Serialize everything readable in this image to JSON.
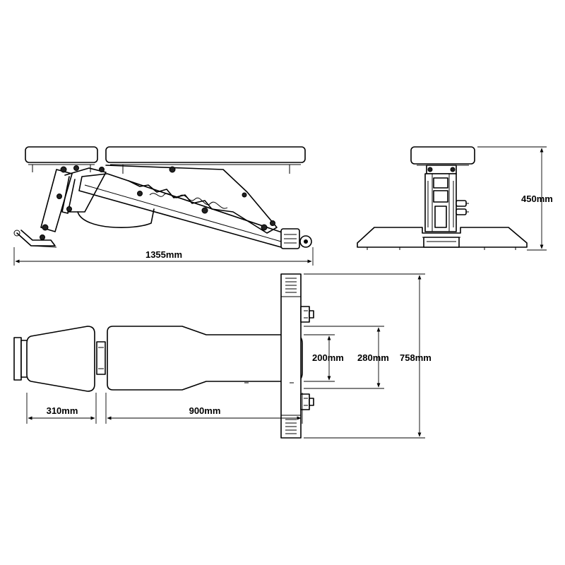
{
  "dimensions": {
    "side_length": "1355mm",
    "front_height": "450mm",
    "seat_length": "310mm",
    "back_length": "900mm",
    "narrow_width": "200mm",
    "mid_width": "280mm",
    "base_width": "758mm"
  }
}
